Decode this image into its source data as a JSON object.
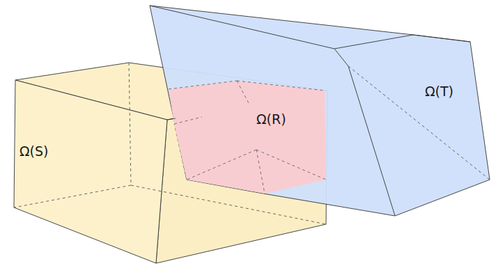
{
  "diagram": {
    "labels": [
      "Ω(S)",
      "Ω(R)",
      "Ω(T)"
    ]
  }
}
